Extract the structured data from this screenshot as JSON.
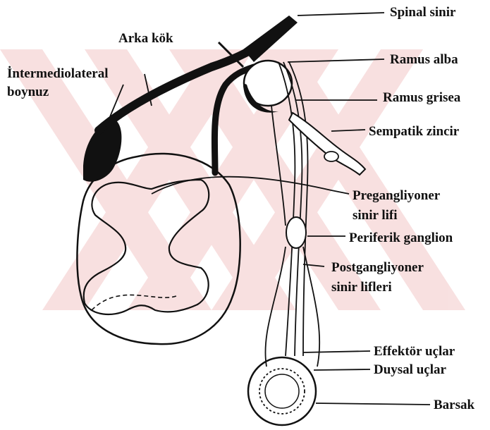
{
  "labels": {
    "spinal_sinir": "Spinal sinir",
    "arka_kok": "Arka kök",
    "intermediolateral_line1": "İntermediolateral",
    "intermediolateral_line2": "boynuz",
    "ramus_alba": "Ramus alba",
    "ramus_grisea": "Ramus grisea",
    "sempatik_zincir": "Sempatik zincir",
    "pregangliyoner_line1": "Pregangliyoner",
    "pregangliyoner_line2": "sinir lifi",
    "periferik_ganglion": "Periferik ganglion",
    "postgangliyoner_line1": "Postgangliyoner",
    "postgangliyoner_line2": "sinir lifleri",
    "effektor_uclar": "Effektör uçlar",
    "duysal_uclar": "Duysal uçlar",
    "barsak": "Barsak"
  },
  "colors": {
    "ink": "#111111",
    "watermark": "#f3c8c8"
  }
}
